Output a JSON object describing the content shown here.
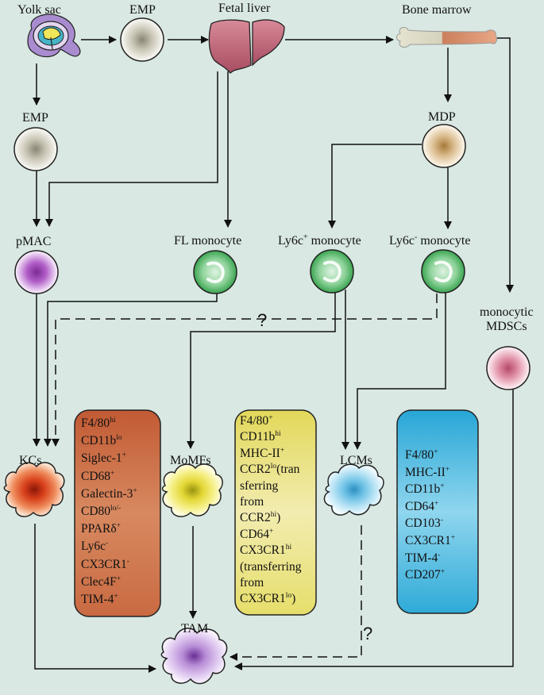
{
  "labels": {
    "yolk_sac": "Yolk sac",
    "emp_top": "EMP",
    "fetal_liver": "Fetal liver",
    "bone_marrow": "Bone marrow",
    "emp_left": "EMP",
    "mdp": "MDP",
    "pmac": "pMAC",
    "fl_monocyte": "FL monocyte",
    "ly6c_pos": {
      "base": "Ly6c",
      "sup": "+",
      "rest": " monocyte"
    },
    "ly6c_neg": {
      "base": "Ly6c",
      "sup": "-",
      "rest": " monocyte"
    },
    "monocytic_mdscs": [
      "monocytic",
      "MDSCs"
    ],
    "kcs": "KCs",
    "momfs": "MoMFs",
    "lcms": "LCMs",
    "tam": "TAM",
    "question_marks": [
      "?",
      "?"
    ]
  },
  "marker_boxes": {
    "kcs": [
      {
        "t": "F4/80",
        "s": "hi"
      },
      {
        "t": "CD11b",
        "s": "lo"
      },
      {
        "t": "Siglec-1",
        "s": "+"
      },
      {
        "t": "CD68",
        "s": "+"
      },
      {
        "t": "Galectin-3",
        "s": "+"
      },
      {
        "t": "CD80",
        "s": "lo/-"
      },
      {
        "t": "PPARδ",
        "s": "+"
      },
      {
        "t": "Ly6c",
        "s": "-"
      },
      {
        "t": "CX3CR1",
        "s": "-"
      },
      {
        "t": "Clec4F",
        "s": "+"
      },
      {
        "t": "TIM-4",
        "s": "+"
      }
    ],
    "momfs": [
      {
        "t": "F4/80",
        "s": "+"
      },
      {
        "t": "CD11b",
        "s": "hi"
      },
      {
        "t": "MHC-II",
        "s": "+"
      },
      {
        "t": "CCR2",
        "s": "lo",
        "r": "(tran"
      },
      {
        "t": "sferring",
        "s": ""
      },
      {
        "t": "from",
        "s": ""
      },
      {
        "t": "CCR2",
        "s": "hi",
        "r": ")"
      },
      {
        "t": "CD64",
        "s": "+"
      },
      {
        "t": "CX3CR1",
        "s": "hi"
      },
      {
        "t": "(transferring",
        "s": ""
      },
      {
        "t": "from",
        "s": ""
      },
      {
        "t": "CX3CR1",
        "s": "lo",
        "r": ")"
      }
    ],
    "lcms": [
      {
        "t": "F4/80",
        "s": "+"
      },
      {
        "t": "MHC-II",
        "s": "+"
      },
      {
        "t": "CD11b",
        "s": "+"
      },
      {
        "t": "CD64",
        "s": "+"
      },
      {
        "t": "CD103",
        "s": "-"
      },
      {
        "t": "CX3CR1",
        "s": "+"
      },
      {
        "t": "TIM-4",
        "s": "-"
      },
      {
        "t": "CD207",
        "s": "+"
      }
    ]
  },
  "colors": {
    "background": "#d9e8e2",
    "kcs_box": "#c8643e",
    "momfs_box": "#e8e070",
    "lcms_box": "#38b5dd",
    "emp_cell": "#c7c3b2",
    "mdp_cell": "#d9b98a",
    "pmac_cell": "#b15ec8",
    "monocyte_cell": "#5bbf6a",
    "mdsc_cell": "#e08fa5",
    "kc_cell": "#d8401b",
    "momf_cell": "#e3d735",
    "lcm_cell": "#6fc3e6",
    "tam_cell": "#b78cd6"
  }
}
